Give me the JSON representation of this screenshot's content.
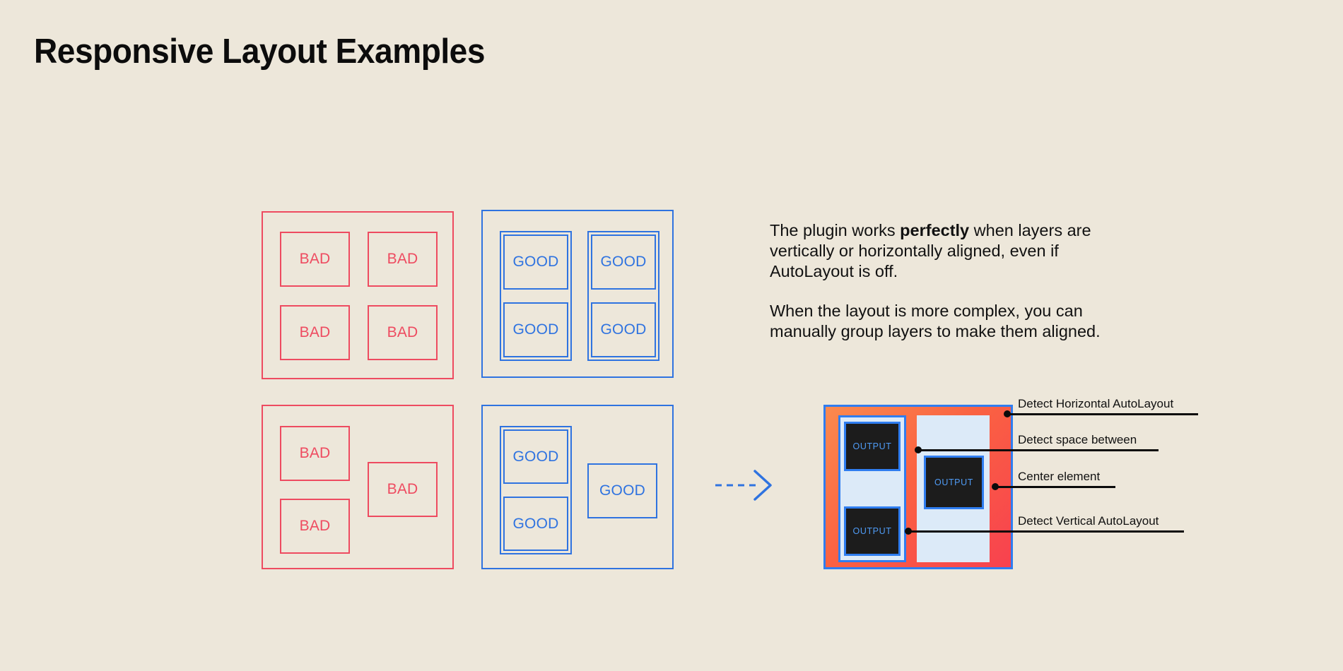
{
  "page": {
    "title": "Responsive Layout Examples",
    "background_color": "#EDE7DA",
    "bad_color": "#EE4B60",
    "good_color": "#2F73E0",
    "accent_orange": "#FA6242",
    "panel_blue": "#2F7DF0",
    "output_bg": "#1C1C1C"
  },
  "examples": {
    "bad_label": "BAD",
    "good_label": "GOOD",
    "bad_grid": {
      "caption": "BAD",
      "boxes": [
        "BAD",
        "BAD",
        "BAD",
        "BAD"
      ]
    },
    "good_grid": {
      "caption": "GOOD",
      "boxes": [
        "GOOD",
        "GOOD",
        "GOOD",
        "GOOD"
      ]
    },
    "bad_complex": {
      "caption": "BAD",
      "boxes": [
        "BAD",
        "BAD",
        "BAD"
      ]
    },
    "good_complex": {
      "caption": "GOOD",
      "boxes": [
        "GOOD",
        "GOOD",
        "GOOD"
      ]
    }
  },
  "arrow": {
    "icon": "dashed-arrow-right-icon",
    "color": "#2F73E0"
  },
  "copy": {
    "para1_before": "The plugin works ",
    "para1_bold": "perfectly",
    "para1_after": " when layers are vertically or horizontally aligned, even if AutoLayout is off.",
    "para2": "When the layout is more complex, you can manually group layers to make them aligned."
  },
  "mock": {
    "output_label": "OUTPUT",
    "outputs": [
      "OUTPUT",
      "OUTPUT",
      "OUTPUT"
    ],
    "annotations": [
      {
        "label": "Detect Horizontal AutoLayout"
      },
      {
        "label": "Detect space between"
      },
      {
        "label": "Center element"
      },
      {
        "label": "Detect Vertical AutoLayout"
      }
    ]
  }
}
